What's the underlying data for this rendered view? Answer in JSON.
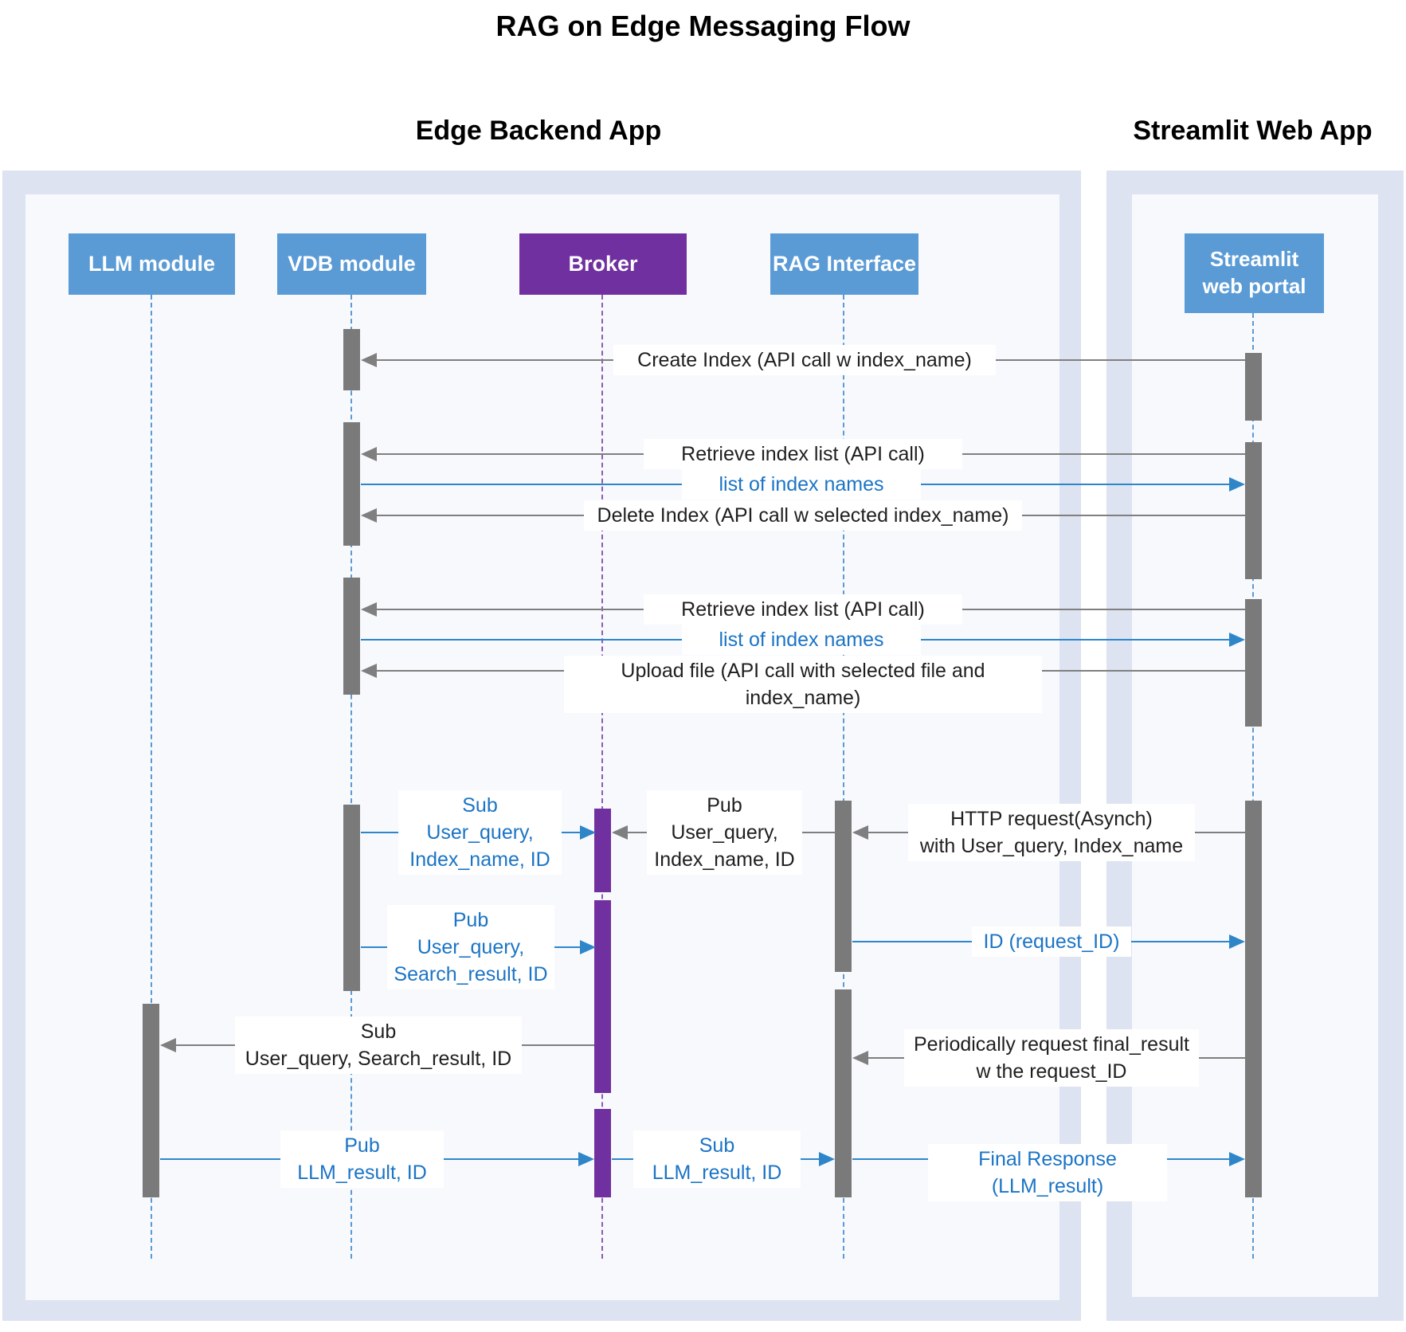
{
  "title": "RAG on Edge Messaging Flow",
  "sections": {
    "edge": "Edge Backend App",
    "streamlit": "Streamlit Web App"
  },
  "actors": {
    "llm": "LLM module",
    "vdb": "VDB module",
    "broker": "Broker",
    "rag": "RAG Interface",
    "portal": "Streamlit\nweb portal"
  },
  "messages": [
    {
      "text": "Create Index (API call w index_name)",
      "from": "portal",
      "to": "vdb",
      "style": "gray"
    },
    {
      "text": "Retrieve index list (API call)",
      "from": "portal",
      "to": "vdb",
      "style": "gray"
    },
    {
      "text": "list of index names",
      "from": "vdb",
      "to": "portal",
      "style": "blue"
    },
    {
      "text": "Delete Index (API call w selected index_name)",
      "from": "portal",
      "to": "vdb",
      "style": "gray"
    },
    {
      "text": "Retrieve index list (API call)",
      "from": "portal",
      "to": "vdb",
      "style": "gray"
    },
    {
      "text": "list of index names",
      "from": "vdb",
      "to": "portal",
      "style": "blue"
    },
    {
      "text": "Upload file (API call with selected file and index_name)",
      "from": "portal",
      "to": "vdb",
      "style": "gray"
    },
    {
      "text": "Sub\nUser_query,\nIndex_name, ID",
      "from": "vdb",
      "to": "broker",
      "style": "blue"
    },
    {
      "text": "Pub\nUser_query,\nIndex_name, ID",
      "from": "rag",
      "to": "broker",
      "style": "gray"
    },
    {
      "text": "HTTP request(Asynch)\nwith User_query, Index_name",
      "from": "portal",
      "to": "rag",
      "style": "gray"
    },
    {
      "text": "ID (request_ID)",
      "from": "rag",
      "to": "portal",
      "style": "blue"
    },
    {
      "text": "Pub\nUser_query,\nSearch_result, ID",
      "from": "vdb",
      "to": "broker",
      "style": "blue"
    },
    {
      "text": "Sub\nUser_query, Search_result, ID",
      "from": "broker",
      "to": "llm",
      "style": "gray"
    },
    {
      "text": "Periodically request final_result\nw the request_ID",
      "from": "portal",
      "to": "rag",
      "style": "gray"
    },
    {
      "text": "Pub\nLLM_result, ID",
      "from": "llm",
      "to": "broker",
      "style": "blue"
    },
    {
      "text": "Sub\nLLM_result, ID",
      "from": "broker",
      "to": "rag",
      "style": "blue"
    },
    {
      "text": "Final Response (LLM_result)",
      "from": "rag",
      "to": "portal",
      "style": "blue"
    }
  ],
  "colors": {
    "actor-blue": "#5b9bd5",
    "broker-purple": "#7030a0",
    "bar-gray": "#7a7a7a",
    "msg-gray": "#7f7f7f",
    "msg-blue": "#2e86c9",
    "text-blue": "#1b74c5",
    "container-outer": "#dde3f1",
    "container-inner": "#f7f9fd",
    "lifeline-blue": "#5b9bd5",
    "lifeline-purple": "#8e5bb5"
  }
}
